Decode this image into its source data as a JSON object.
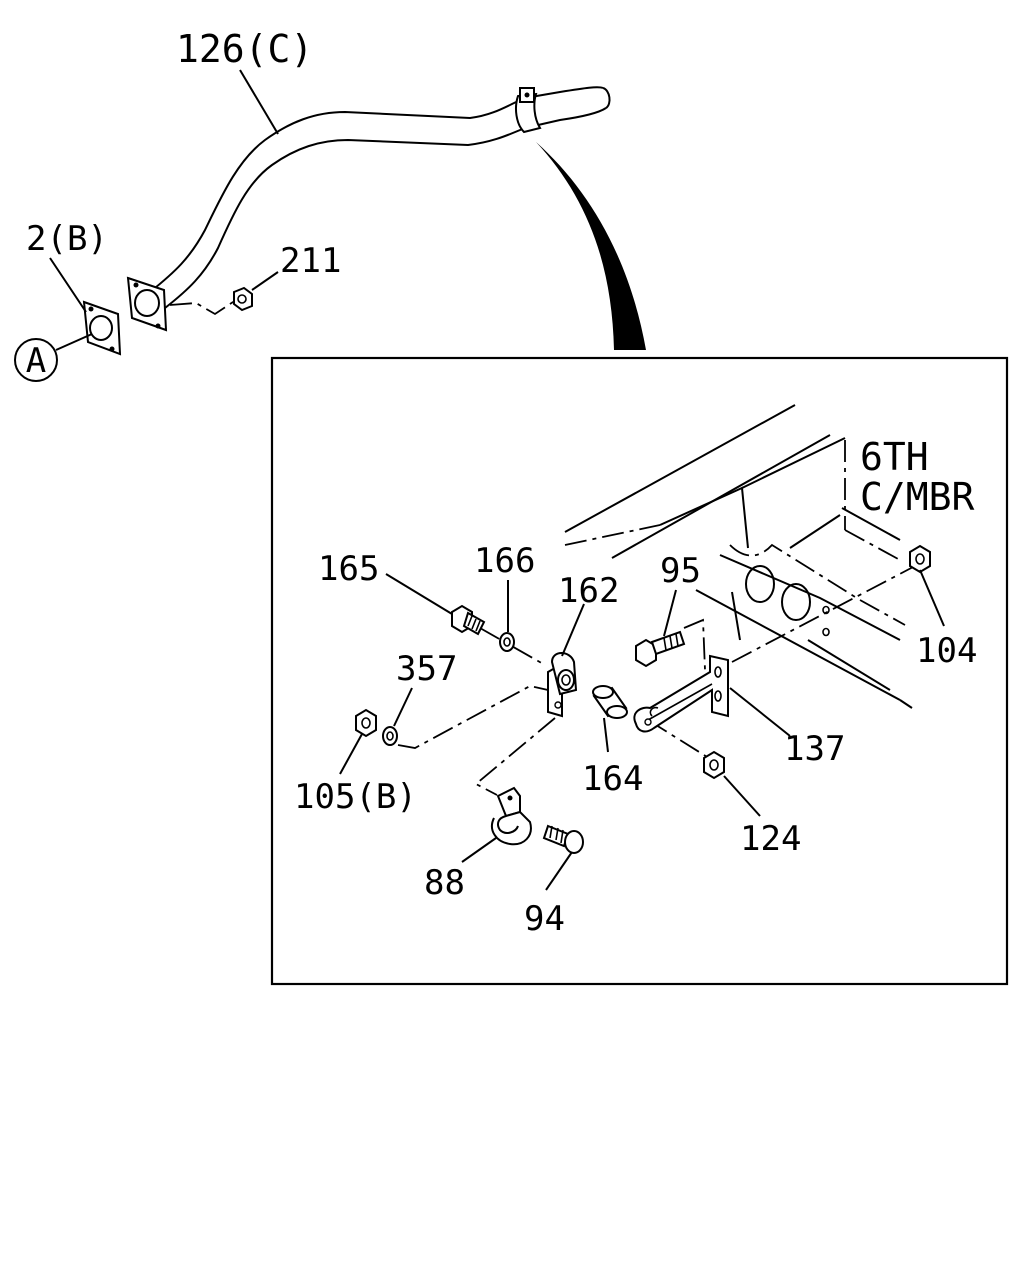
{
  "callouts": {
    "hose": "126(C)",
    "gasket": "2(B)",
    "nut_top": "211",
    "ref_mark": "A",
    "frame_note_line1": "6TH",
    "frame_note_line2": "C/MBR",
    "bolt_165": "165",
    "washer_166": "166",
    "bracket_162": "162",
    "bolt_95": "95",
    "nut_104": "104",
    "washer_357": "357",
    "nut_105": "105(B)",
    "spacer_164": "164",
    "bracket_137": "137",
    "nut_124": "124",
    "clip_88": "88",
    "bolt_94": "94"
  }
}
